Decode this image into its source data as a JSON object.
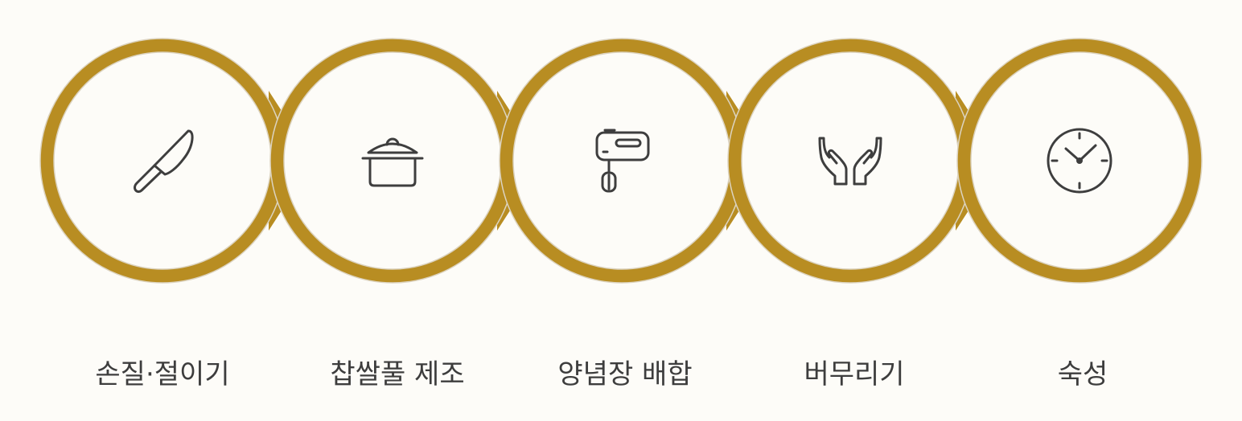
{
  "colors": {
    "accent": "#b88d22",
    "inner": "#fdfcf8",
    "stroke": "#dcd3bf",
    "icon": "#3e3e3e",
    "text": "#3d3d3d"
  },
  "steps": [
    {
      "icon": "knife-icon",
      "label": "손질·절이기"
    },
    {
      "icon": "cooking-pot-icon",
      "label": "찹쌀풀 제조"
    },
    {
      "icon": "hand-mixer-icon",
      "label": "양념장 배합"
    },
    {
      "icon": "hands-icon",
      "label": "버무리기"
    },
    {
      "icon": "clock-icon",
      "label": "숙성"
    }
  ]
}
